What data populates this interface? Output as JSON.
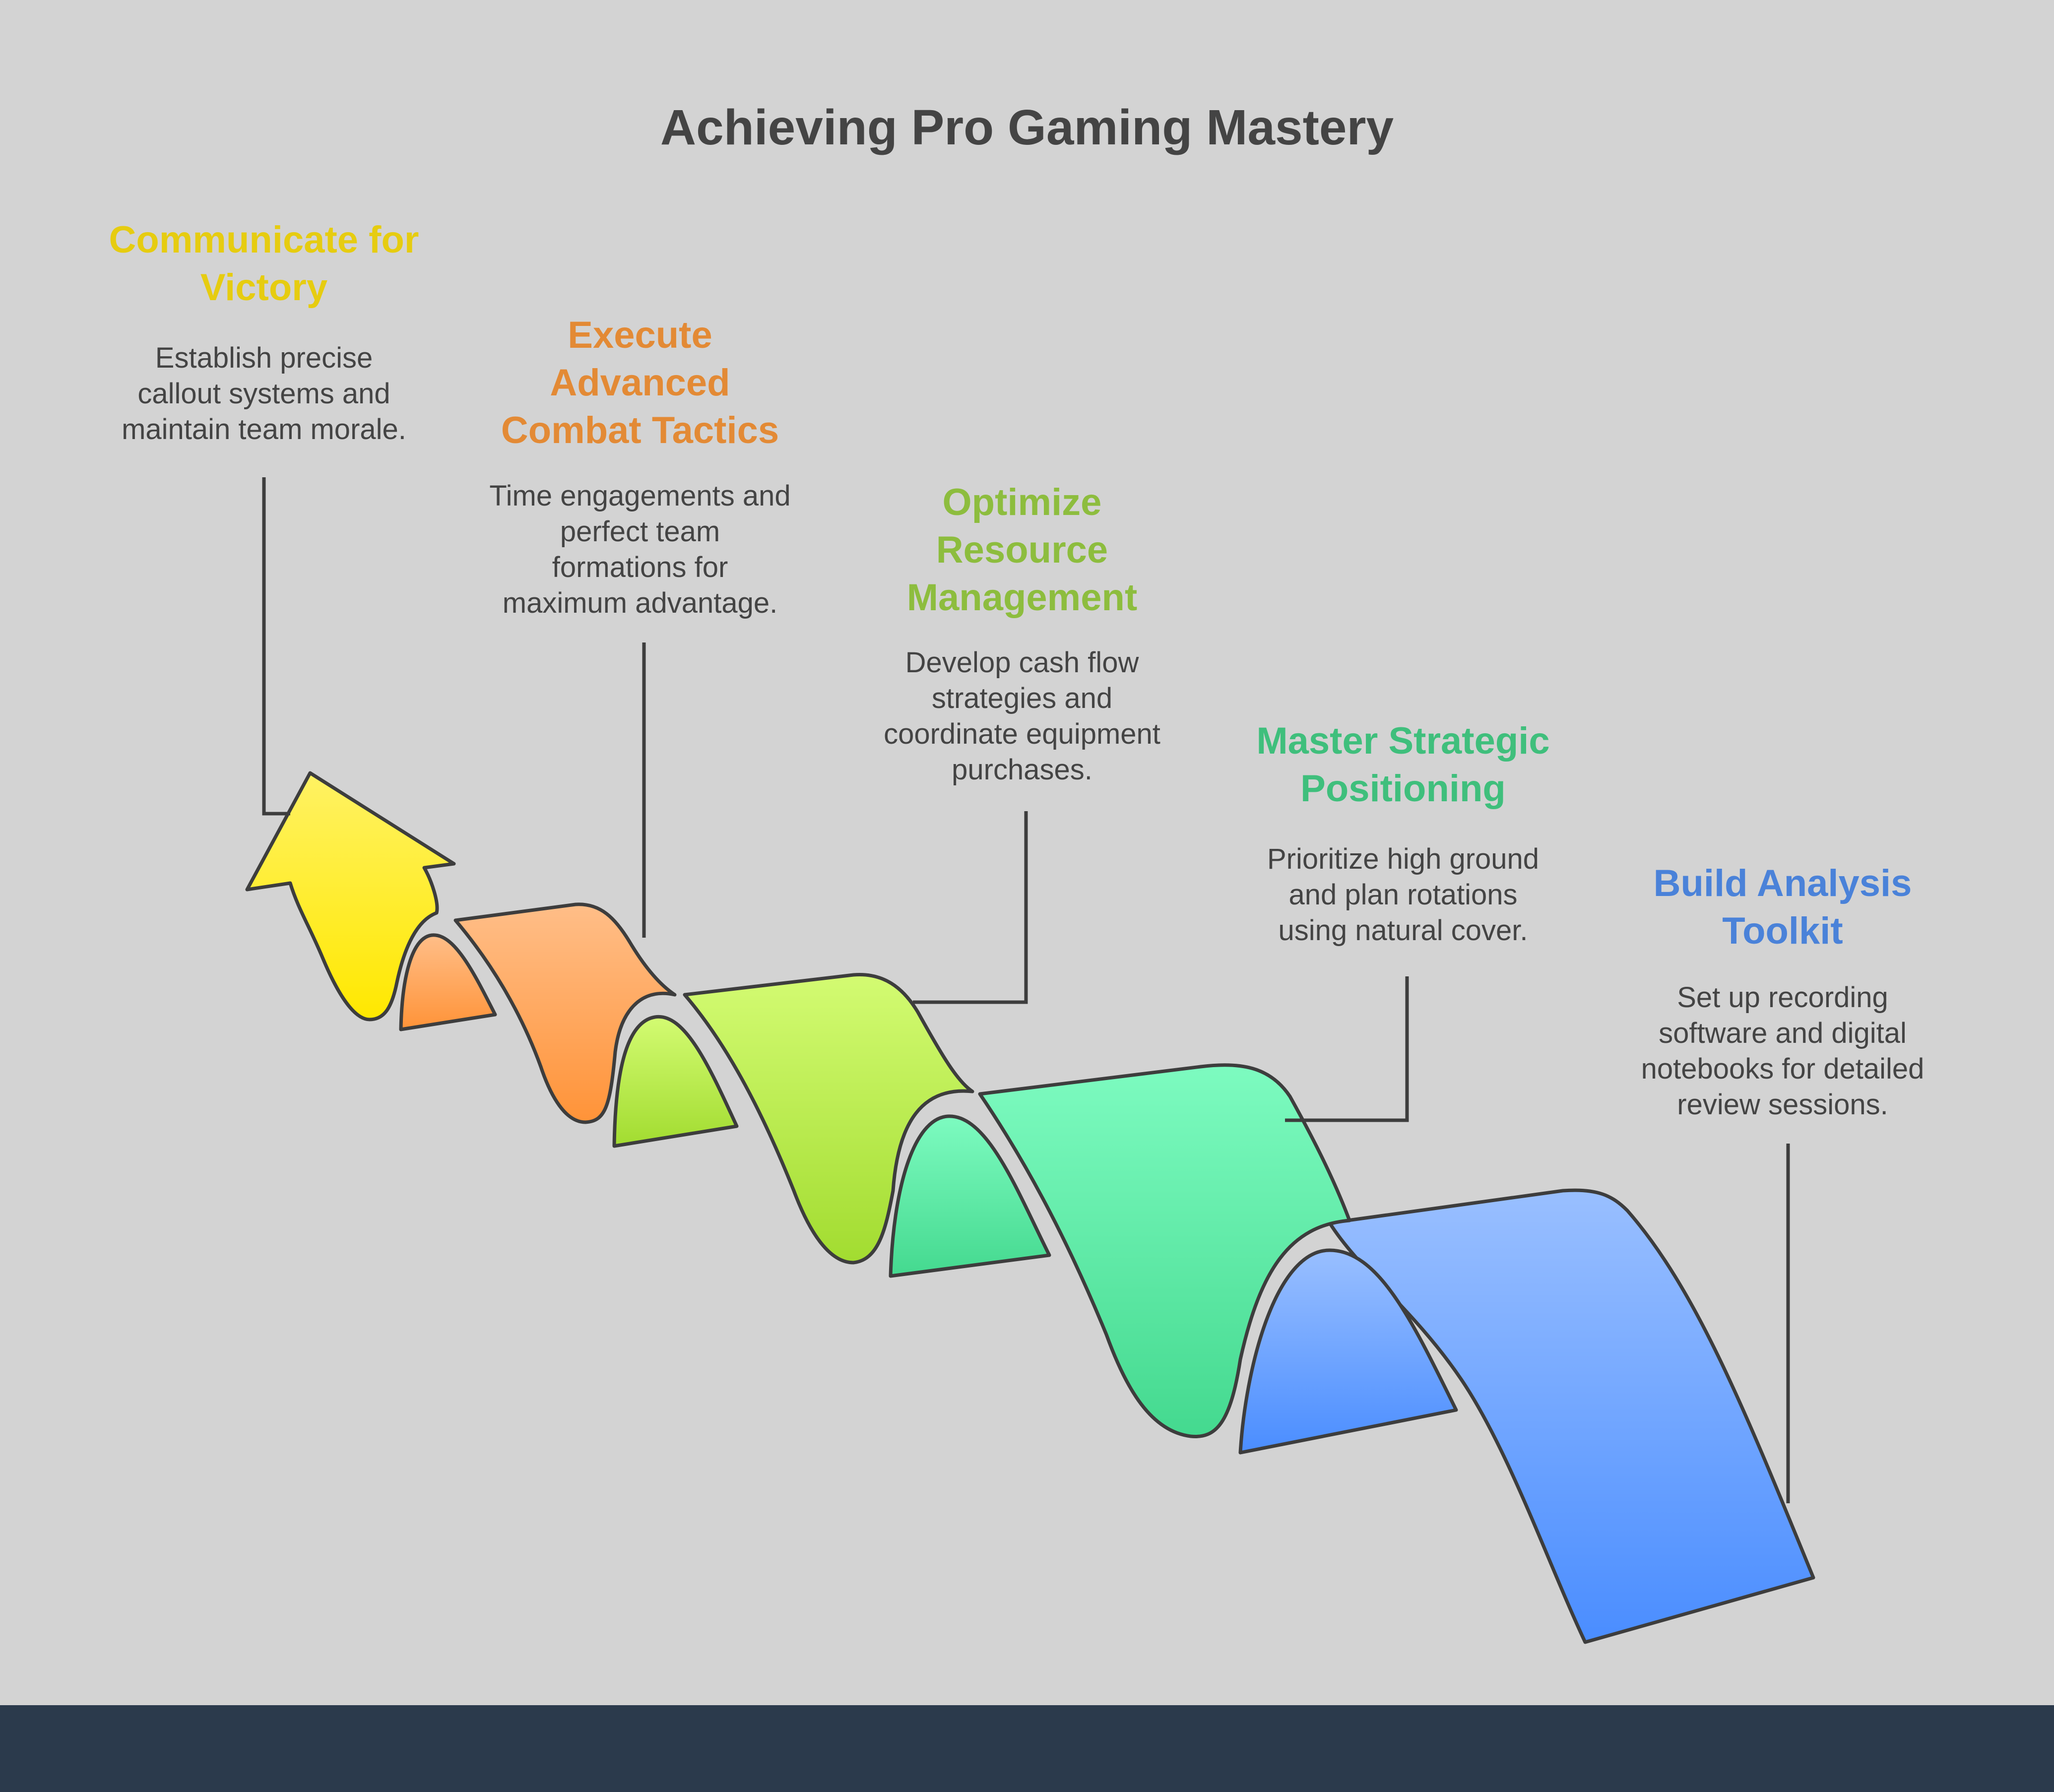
{
  "title": "Achieving Pro Gaming Mastery",
  "steps": [
    {
      "title": "Communicate for\nVictory",
      "description": "Establish precise\ncallout systems and\nmaintain team morale.",
      "color": "#e6cc10",
      "fill_top": "#fff263",
      "fill_bottom": "#ffe800"
    },
    {
      "title": "Execute\nAdvanced\nCombat Tactics",
      "description": "Time engagements and\nperfect team\nformations for\nmaximum advantage.",
      "color": "#e38a35",
      "fill_top": "#ffbe88",
      "fill_bottom": "#ff9338"
    },
    {
      "title": "Optimize\nResource\nManagement",
      "description": "Develop cash flow\nstrategies and\ncoordinate equipment\npurchases.",
      "color": "#8dbd3e",
      "fill_top": "#d3fb72",
      "fill_bottom": "#a2dc30"
    },
    {
      "title": "Master Strategic\nPositioning",
      "description": "Prioritize high ground\nand plan rotations\nusing natural cover.",
      "color": "#3fbf7c",
      "fill_top": "#7dfbc0",
      "fill_bottom": "#44d98f"
    },
    {
      "title": "Build Analysis\nToolkit",
      "description": "Set up recording\nsoftware and digital\nnotebooks for detailed\nreview sessions.",
      "color": "#4a82d9",
      "fill_top": "#99bfff",
      "fill_bottom": "#4a8dff"
    }
  ],
  "colors": {
    "background": "#d3d3d3",
    "footer": "#2b3a4c",
    "outline": "#3d3d3d",
    "text": "#444444"
  }
}
